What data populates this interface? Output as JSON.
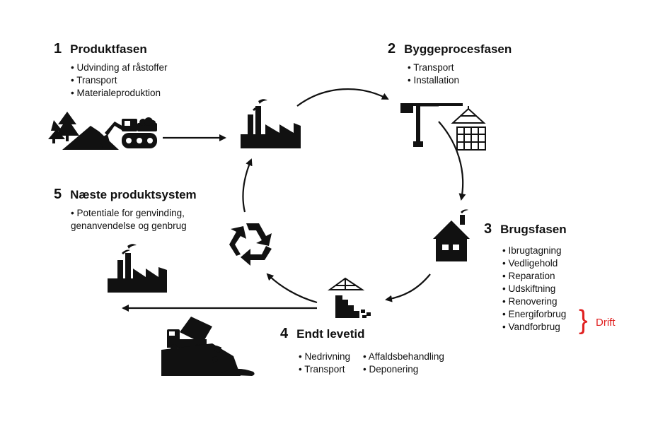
{
  "phases": {
    "p1": {
      "number": "1",
      "title": "Produktfasen",
      "items": [
        "Udvinding af råstoffer",
        "Transport",
        "Materialeproduktion"
      ]
    },
    "p2": {
      "number": "2",
      "title": "Byggeprocesfasen",
      "items": [
        "Transport",
        "Installation"
      ]
    },
    "p3": {
      "number": "3",
      "title": "Brugsfasen",
      "items": [
        "Ibrugtagning",
        "Vedligehold",
        "Reparation",
        "Udskiftning",
        "Renovering",
        "Energiforbrug",
        "Vandforbrug"
      ]
    },
    "p4": {
      "number": "4",
      "title": "Endt levetid",
      "items_col1": [
        "Nedrivning",
        "Transport"
      ],
      "items_col2": [
        "Affaldsbehandling",
        "Deponering"
      ]
    },
    "p5": {
      "number": "5",
      "title": "Næste produktsystem",
      "line1": "• Potentiale for genvinding,",
      "line2": "genanvendelse og genbrug"
    }
  },
  "drift": {
    "brace": "}",
    "label": "Drift"
  },
  "colors": {
    "ink": "#111111",
    "accent": "#e02020"
  },
  "icons": [
    "trees-icon",
    "excavator-icon",
    "factory-icon",
    "crane-icon",
    "house-icon",
    "demolition-icon",
    "recycle-icon",
    "dump-truck-icon",
    "factory-small-icon"
  ]
}
